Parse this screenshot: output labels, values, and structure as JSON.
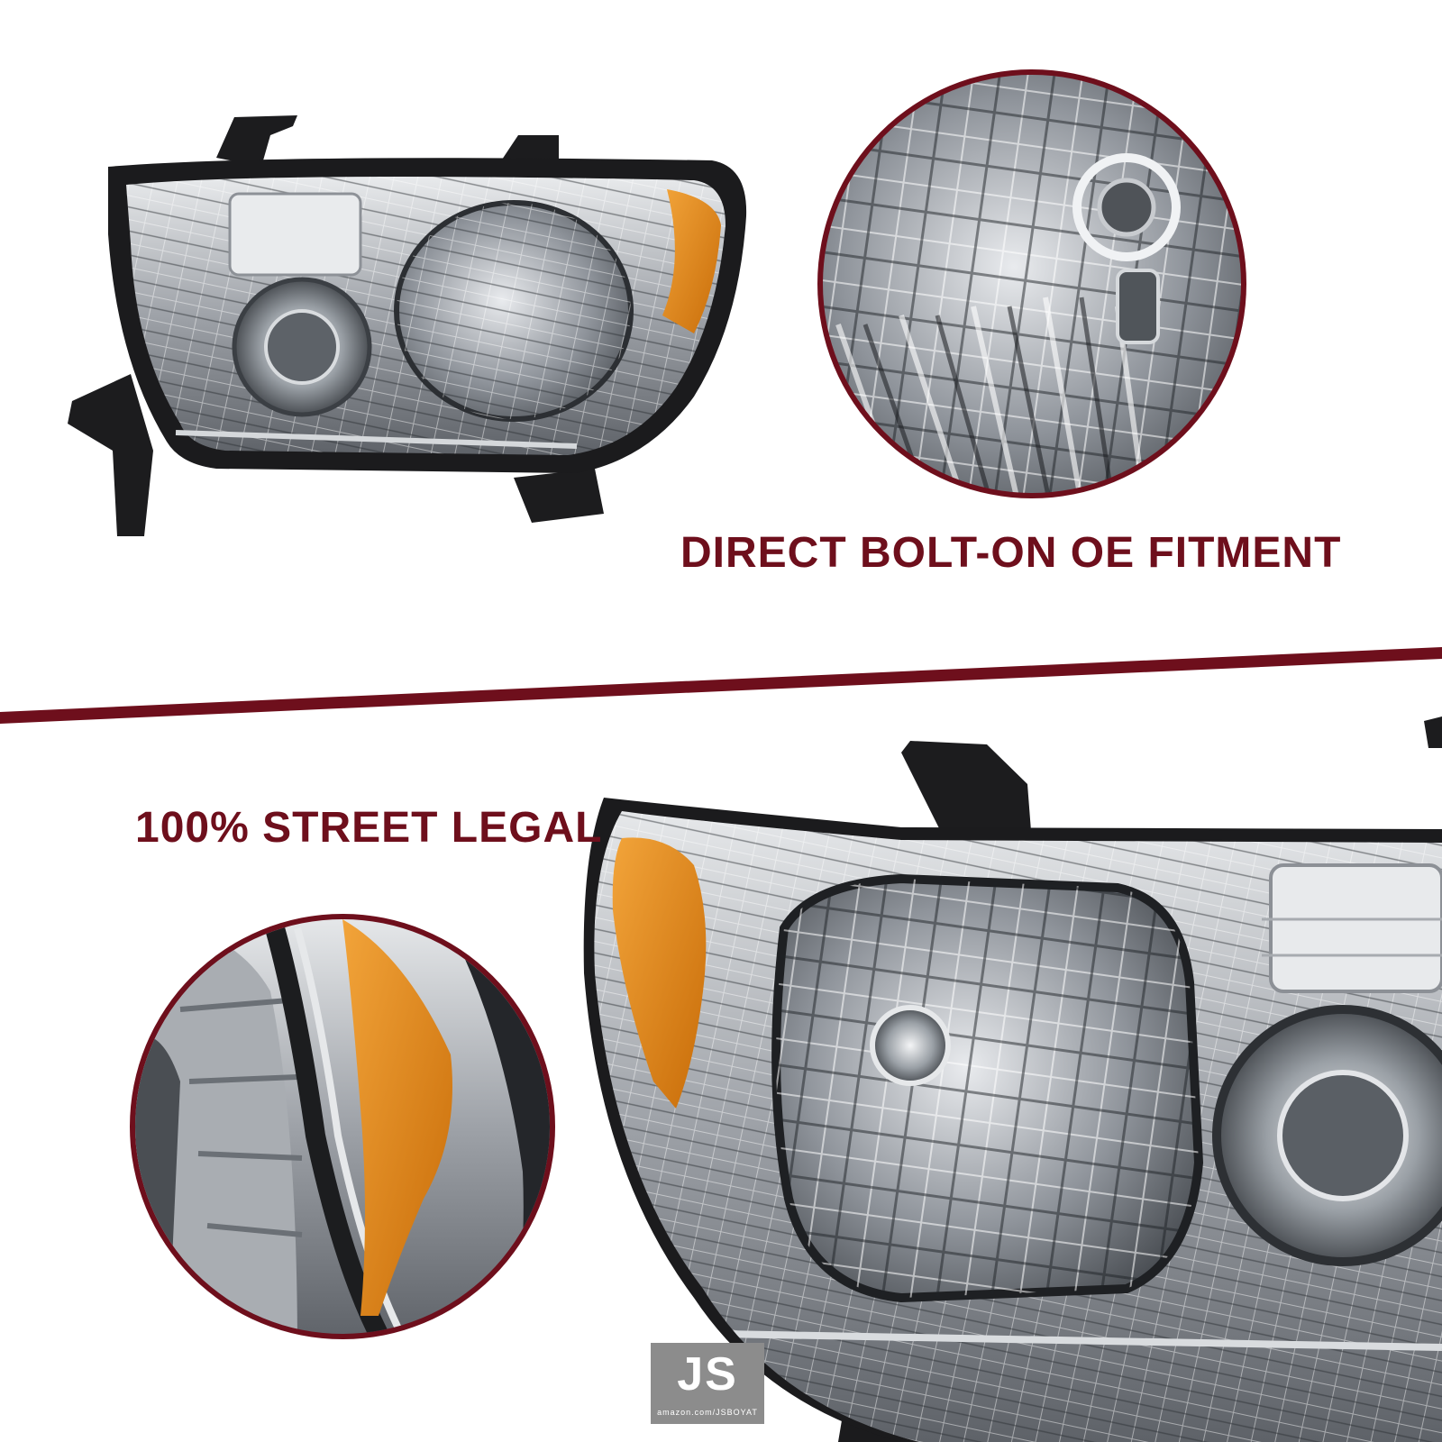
{
  "headlines": {
    "top": "DIRECT BOLT-ON OE FITMENT",
    "bottom": "100% STREET LEGAL"
  },
  "logo": {
    "letters": "JS",
    "subtext": "amazon.com/JSBOYAT"
  },
  "colors": {
    "accent": "#6e0f1c",
    "background": "#ffffff",
    "chrome": "#b9bcc1",
    "housing": "#1b1b1d",
    "amber": "#e08a12"
  }
}
